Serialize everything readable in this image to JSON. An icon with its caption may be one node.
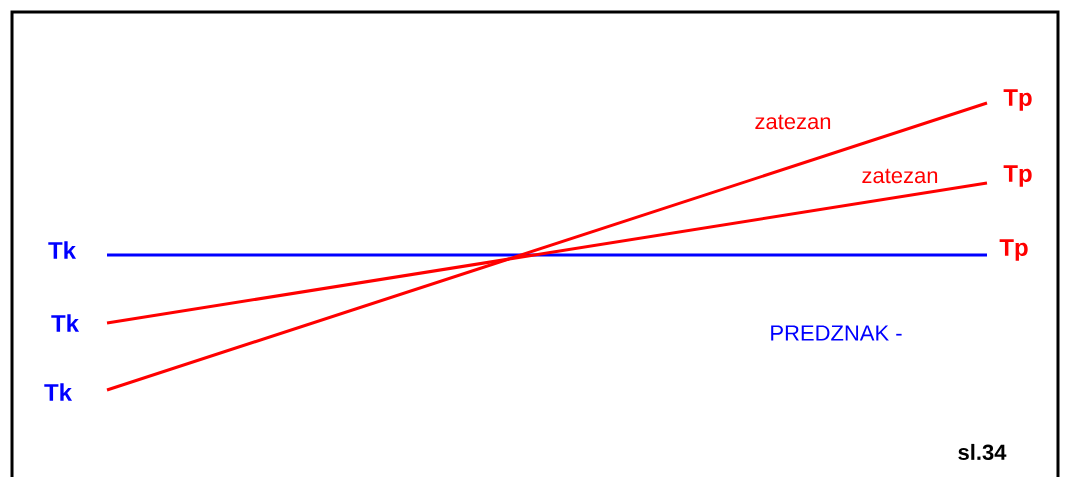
{
  "diagram": {
    "nodes": [
      {
        "text": [
          "Tp"
        ]
      },
      {
        "text": [
          "Tp"
        ]
      },
      {
        "text": [
          "Tk"
        ]
      },
      {
        "text": [
          "Tp"
        ]
      },
      {
        "text": [
          "Tk"
        ]
      },
      {
        "text": [
          "Tk"
        ]
      }
    ],
    "edges": [
      {
        "from": 2,
        "to": 3,
        "arrow": "none",
        "color": "#0000ff"
      },
      {
        "from": 4,
        "to": 1,
        "arrow": "none",
        "label": "zatezan"
      },
      {
        "from": 5,
        "to": 0,
        "arrow": "none",
        "label": "zatezan"
      }
    ],
    "labels": [
      "PREDZNAK -",
      "sl.34"
    ]
  }
}
